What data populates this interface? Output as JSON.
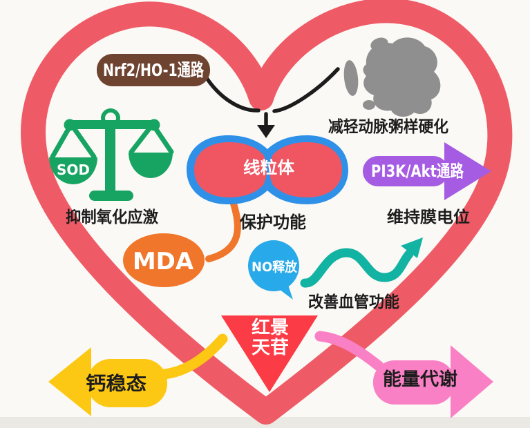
{
  "palette": {
    "background": "#fbf9f5",
    "heart": "#ee5b66",
    "brown": "#6e4330",
    "gray": "#8f8f8f",
    "green": "#17a462",
    "mito_blue": "#2f90e8",
    "mito_red": "#ef5662",
    "purple": "#a55ce3",
    "orange": "#f0762b",
    "sky_blue": "#28a9e9",
    "teal": "#12b3a2",
    "red": "#fb3b45",
    "yellow": "#fdc814",
    "pink": "#f980c5",
    "line": "#1c1c1c",
    "footer_strip": "#e8e6df"
  },
  "nodes": {
    "nrf2_label": "Nrf2/HO-1通路",
    "atherosclerosis_label": "减轻动脉粥样硬化",
    "sod_label": "SOD",
    "oxidative_label": "抑制氧化应激",
    "mito_label": "线粒体",
    "protect_label": "保护功能",
    "pi3k_label": "PI3K/Akt通路",
    "membrane_label": "维持膜电位",
    "mda_label": "MDA",
    "no_label": "NO释放",
    "vascular_label": "改善血管功能",
    "salidroside_line1": "红景",
    "salidroside_line2": "天苷",
    "calcium_label": "钙稳态",
    "energy_label": "能量代谢"
  }
}
